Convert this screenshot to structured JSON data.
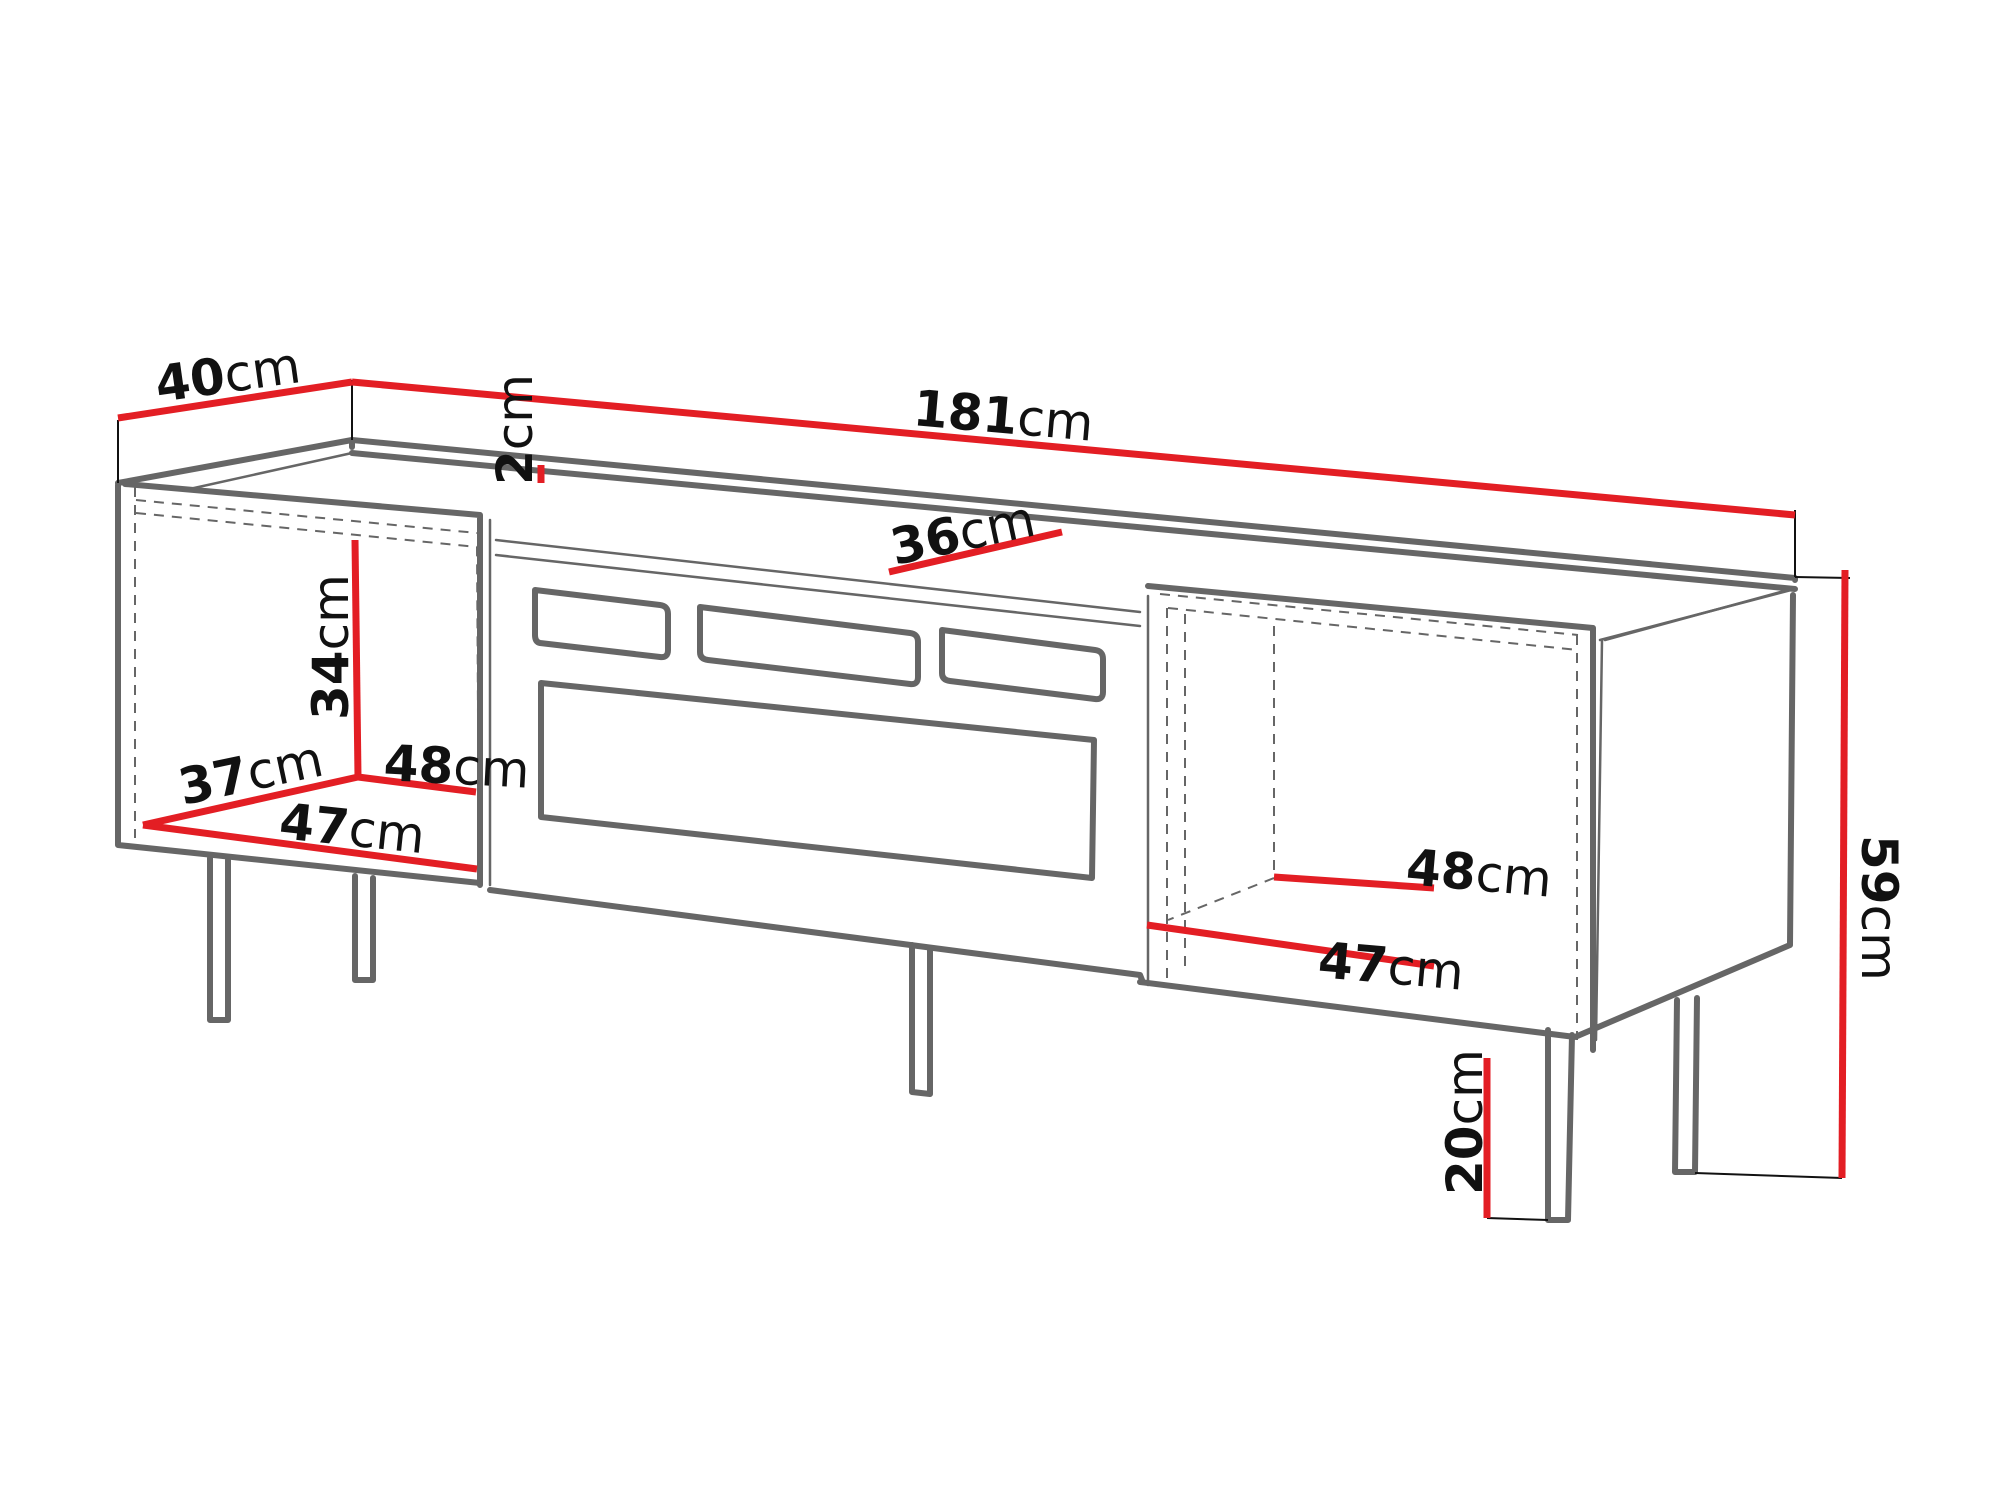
{
  "drawing": {
    "subject": "TV stand / sideboard dimension drawing",
    "colors": {
      "outline": "#666666",
      "dimension_line": "#e31e24",
      "text": "#111111",
      "background": "#ffffff"
    }
  },
  "dimensions": {
    "depth": {
      "value": "40",
      "unit": "cm"
    },
    "width": {
      "value": "181",
      "unit": "cm"
    },
    "top_thickness": {
      "value": "2",
      "unit": "cm"
    },
    "inner_depth_mid": {
      "value": "36",
      "unit": "cm"
    },
    "left_inner_height": {
      "value": "34",
      "unit": "cm"
    },
    "left_inner_depth": {
      "value": "37",
      "unit": "cm"
    },
    "left_inner_width_back": {
      "value": "48",
      "unit": "cm"
    },
    "left_inner_width_front": {
      "value": "47",
      "unit": "cm"
    },
    "right_inner_width_back": {
      "value": "48",
      "unit": "cm"
    },
    "right_inner_width_front": {
      "value": "47",
      "unit": "cm"
    },
    "total_height": {
      "value": "59",
      "unit": "cm"
    },
    "leg_height": {
      "value": "20",
      "unit": "cm"
    }
  }
}
